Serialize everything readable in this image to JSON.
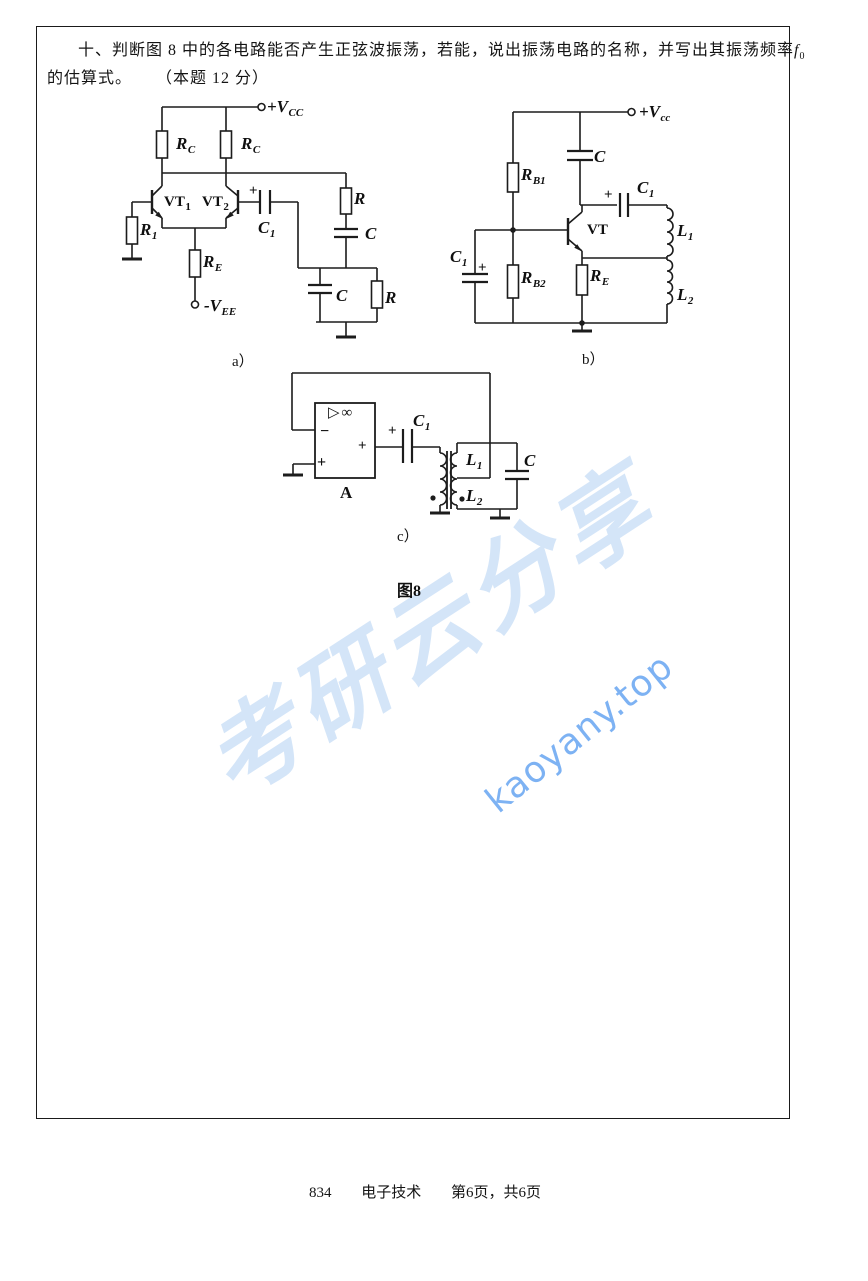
{
  "question": {
    "line1": "十、判断图 8 中的各电路能否产生正弦波振荡，若能，说出振荡电路的名称，并写出其振荡频率",
    "f_main": "f",
    "f_sub": "0",
    "line2": "的估算式。",
    "points": "（本题 12 分）"
  },
  "figure": {
    "caption": "图8"
  },
  "circuit_a": {
    "caption": "a）",
    "vcc_main": "+V",
    "vcc_sub": "CC",
    "rc_left_main": "R",
    "rc_left_sub": "C",
    "rc_right_main": "R",
    "rc_right_sub": "C",
    "vt1_main": "VT",
    "vt1_sub": "1",
    "vt2_main": "VT",
    "vt2_sub": "2",
    "r1_main": "R",
    "r1_sub": "1",
    "re_main": "R",
    "re_sub": "E",
    "vee_main": "-V",
    "vee_sub": "EE",
    "c1_plus": "+",
    "c1_main": "C",
    "c1_sub": "1",
    "r_top": "R",
    "c_series": "C",
    "c_parallel": "C",
    "r_parallel": "R"
  },
  "circuit_b": {
    "caption": "b）",
    "vcc_main": "+V",
    "vcc_sub": "cc",
    "c_top": "C",
    "rb1_main": "R",
    "rb1_sub": "B1",
    "rb2_main": "R",
    "rb2_sub": "B2",
    "c1_series_plus": "+",
    "c1_series_main": "C",
    "c1_series_sub": "1",
    "c1_left_main": "C",
    "c1_left_sub": "1",
    "c1_left_plus": "+",
    "vt": "VT",
    "l1_main": "L",
    "l1_sub": "1",
    "l2_main": "L",
    "l2_sub": "2",
    "re_main": "R",
    "re_sub": "E"
  },
  "circuit_c": {
    "caption": "c）",
    "opamp_symbol": "▷∞",
    "minus_input": "−",
    "plus_input": "+",
    "plus_output": "+",
    "amp_name": "A",
    "c1_plus": "+",
    "c1_main": "C",
    "c1_sub": "1",
    "l1_main": "L",
    "l1_sub": "1",
    "l2_main": "L",
    "l2_sub": "2",
    "c": "C"
  },
  "watermark": {
    "cn": "考研云分享",
    "site": "kaoyany.top"
  },
  "footer": {
    "code": "834",
    "subject": "电子技术",
    "pagenum": "第6页，共6页"
  }
}
